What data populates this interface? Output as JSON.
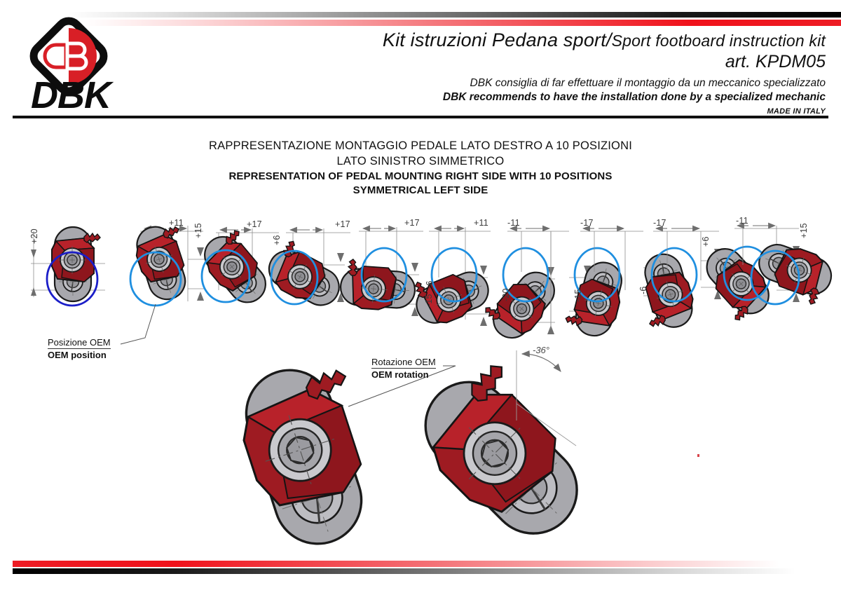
{
  "document": {
    "brand": "DBK",
    "logo_monogram": "DB",
    "title_it": "Kit istruzioni Pedana sport/",
    "title_en": "Sport footboard instruction kit",
    "article": "art. KPDM05",
    "advice_it": "DBK consiglia di far effettuare il montaggio da un meccanico specializzato",
    "advice_en": "DBK recommends to have the installation done by a specialized mechanic",
    "made_in": "MADE IN ITALY"
  },
  "section": {
    "line_it_1": "RAPPRESENTAZIONE MONTAGGIO PEDALE LATO DESTRO A 10 POSIZIONI",
    "line_it_2": "LATO SINISTRO SIMMETRICO",
    "line_en_1": "REPRESENTATION OF PEDAL MOUNTING RIGHT SIDE WITH 10 POSITIONS",
    "line_en_2": "SYMMETRICAL LEFT SIDE"
  },
  "callouts": {
    "oem_position": {
      "it": "Posizione OEM",
      "en": "OEM position"
    },
    "oem_rotation": {
      "it": "Rotazione OEM",
      "en": "OEM rotation"
    },
    "rotation_angle": "-36°"
  },
  "positions": [
    {
      "index": 1,
      "horizontal": "",
      "vertical": "+20",
      "highlight": "navy",
      "rotation_deg": 0
    },
    {
      "index": 2,
      "horizontal": "+11",
      "vertical": "+15",
      "highlight": "blue",
      "rotation_deg": -18
    },
    {
      "index": 3,
      "horizontal": "+17",
      "vertical": "",
      "highlight": "blue",
      "rotation_deg": -40
    },
    {
      "index": 4,
      "horizontal": "+17",
      "vertical": "+6",
      "highlight": "blue",
      "rotation_deg": -62
    },
    {
      "index": 5,
      "horizontal": "+17",
      "vertical": "-6",
      "highlight": "blue",
      "rotation_deg": -86
    },
    {
      "index": 6,
      "horizontal": "+11",
      "vertical": "-15",
      "highlight": "blue",
      "rotation_deg": -112
    },
    {
      "index": 7,
      "horizontal": "",
      "vertical": "-20",
      "highlight": "blue",
      "rotation_deg": -140
    },
    {
      "index": 8,
      "horizontal": "-11",
      "vertical": "-15",
      "highlight": "blue",
      "rotation_deg": -166
    },
    {
      "index": 9,
      "horizontal": "-17",
      "vertical": "-6",
      "highlight": "blue",
      "rotation_deg": -196
    },
    {
      "index": 10,
      "horizontal": "-17",
      "vertical": "+6",
      "highlight": "blue",
      "rotation_deg": -222
    },
    {
      "index": 11,
      "horizontal": "-11",
      "vertical": "+15",
      "highlight": "blue",
      "rotation_deg": -250
    }
  ],
  "colors": {
    "brand_red": "#ed1c24",
    "part_red": "#9e1b22",
    "part_grey": "#a8a8ad",
    "highlight_blue": "#1f8fe0",
    "highlight_navy": "#1b1ec8",
    "dimension_grey": "#6e6e6e",
    "rule_black": "#111111"
  }
}
